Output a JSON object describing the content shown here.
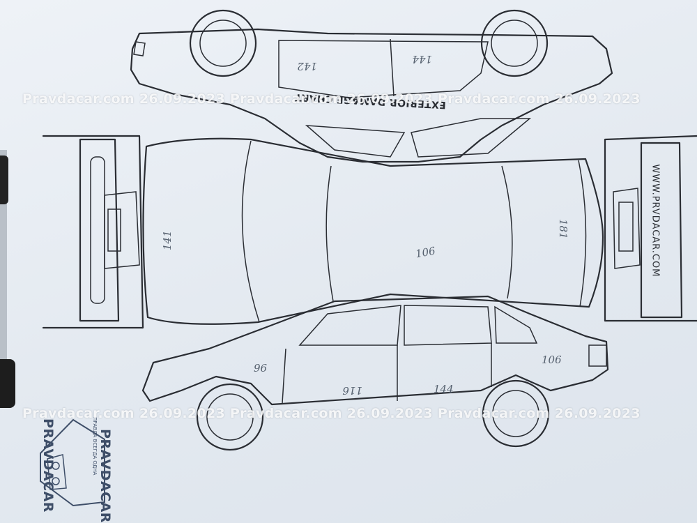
{
  "watermark": {
    "top": "Pravdacar.com 26.09.2023 Pravdacar.com 26.09.2023 Pravdacar.com 26.09.2023",
    "bottom": "Pravdacar.com 26.09.2023 Pravdacar.com 26.09.2023 Pravdacar.com 26.09.2023"
  },
  "form": {
    "title": "EXTERIOR DAMAGE CHART",
    "url": "WWW.PRVDACAR.COM"
  },
  "stamp": {
    "brand_top": "PRAVDACAR",
    "brand_bottom": "PRAVDACAR",
    "slogan": "ПРАВДА ВСЕГДА ОДНА"
  },
  "readings": {
    "roof_left": "142",
    "roof_right": "144",
    "hood": "141",
    "roof_center": "106",
    "trunk": "181",
    "front_fender": "96",
    "front_door": "116",
    "rear_door": "144",
    "rear_quarter": "106"
  },
  "colors": {
    "paper": "#e6ebf1",
    "ink": "#2a2d33",
    "pencil": "#55606e",
    "stamp": "#3e4e68"
  }
}
